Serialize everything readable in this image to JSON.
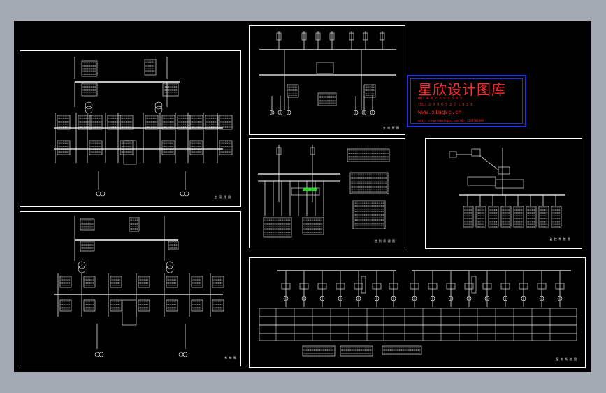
{
  "colors": {
    "background": "#a3a9b2",
    "canvas": "#000000",
    "lines": "#ffffff",
    "watermark_text": "#ff2a2a",
    "watermark_border": "#2233dd",
    "highlight": "#22dd22"
  },
  "watermark": {
    "title": "星欣设计图库",
    "qq": "QQ: 4 8 7 2 9 3 5 0 5",
    "tel": "TEL: 2 0 9 0 5 3 7 1 9 5 8",
    "url": "www.xingsc.cn",
    "mail": "mail: xingxin@xingsc.com    QQ: 1317762899"
  },
  "sheets": {
    "top_left": {
      "title": "主 接 线 图"
    },
    "bottom_left": {
      "title": "系 统 图"
    },
    "top_middle": {
      "title": "变 电 所 图"
    },
    "middle_middle": {
      "title": "控 制 原 理 图"
    },
    "right_middle": {
      "title": "监 控 系 统 图"
    },
    "bottom_right": {
      "title": "配 电 系 统 图"
    }
  }
}
